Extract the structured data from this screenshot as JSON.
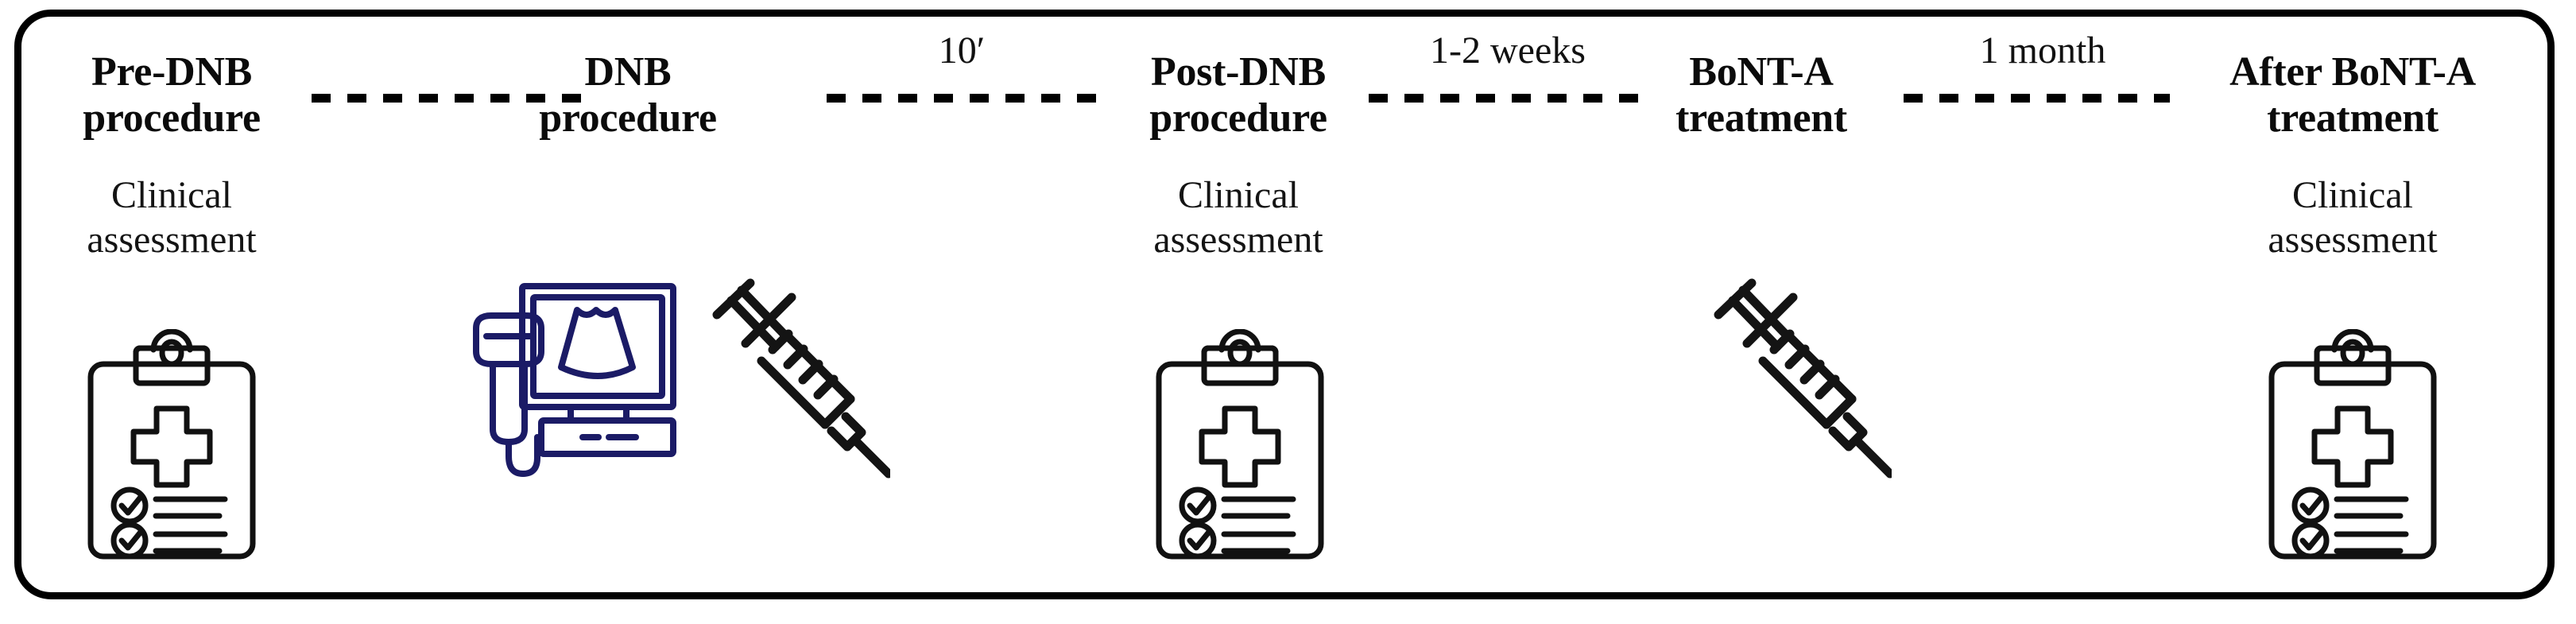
{
  "figure": {
    "type": "study-timeline-flowchart",
    "frame_color": "#000000",
    "background": "#ffffff"
  },
  "stages": [
    {
      "id": "pre-dnb",
      "title": "Pre-DNB\nprocedure",
      "subtitle": "Clinical\nassessment",
      "icon": "clipboard-checklist-icon",
      "icon_color": "#111111"
    },
    {
      "id": "dnb",
      "title": "DNB\nprocedure",
      "subtitle": "",
      "icon": "ultrasound-machine-icon",
      "icon_color": "#1b1b66",
      "icon_secondary": "syringe-icon",
      "icon_secondary_color": "#141414"
    },
    {
      "id": "post-dnb",
      "title": "Post-DNB\nprocedure",
      "subtitle": "Clinical\nassessment",
      "icon": "clipboard-checklist-icon",
      "icon_color": "#111111"
    },
    {
      "id": "bont-a",
      "title": "BoNT-A\ntreatment",
      "subtitle": "",
      "icon": "syringe-icon",
      "icon_color": "#141414"
    },
    {
      "id": "after-bont-a",
      "title": "After BoNT-A\ntreatment",
      "subtitle": "Clinical\nassessment",
      "icon": "clipboard-checklist-icon",
      "icon_color": "#111111"
    }
  ],
  "connectors": [
    {
      "id": "pre-to-dnb",
      "label": ""
    },
    {
      "id": "dnb-to-post",
      "label": "10′"
    },
    {
      "id": "post-to-bont",
      "label": "1-2 weeks"
    },
    {
      "id": "bont-to-afterbont",
      "label": "1 month"
    }
  ]
}
